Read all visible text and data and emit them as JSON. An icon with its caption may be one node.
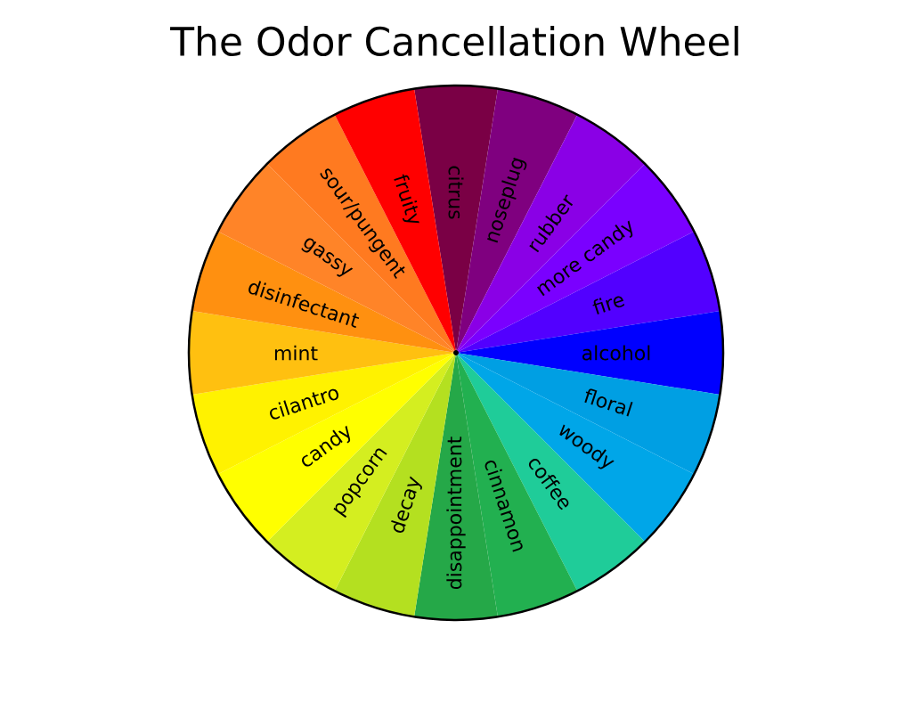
{
  "diagram": {
    "title": "The Odor Cancellation Wheel",
    "nodes": [
      {
        "text": [
          "citrus"
        ]
      },
      {
        "text": [
          "noseplug"
        ]
      },
      {
        "text": [
          "rubber"
        ]
      },
      {
        "text": [
          "more candy"
        ]
      },
      {
        "text": [
          "fire"
        ]
      },
      {
        "text": [
          "alcohol"
        ]
      },
      {
        "text": [
          "floral"
        ]
      },
      {
        "text": [
          "woody"
        ]
      },
      {
        "text": [
          "coffee"
        ]
      },
      {
        "text": [
          "cinnamon"
        ]
      },
      {
        "text": [
          "disappointment"
        ]
      },
      {
        "text": [
          "decay"
        ]
      },
      {
        "text": [
          "popcorn"
        ]
      },
      {
        "text": [
          "candy"
        ]
      },
      {
        "text": [
          "cilantro"
        ]
      },
      {
        "text": [
          "mint"
        ]
      },
      {
        "text": [
          "disinfectant"
        ]
      },
      {
        "text": [
          "gassy"
        ]
      },
      {
        "text": [
          "sour/pungent"
        ]
      },
      {
        "text": [
          "fruity"
        ]
      }
    ]
  }
}
